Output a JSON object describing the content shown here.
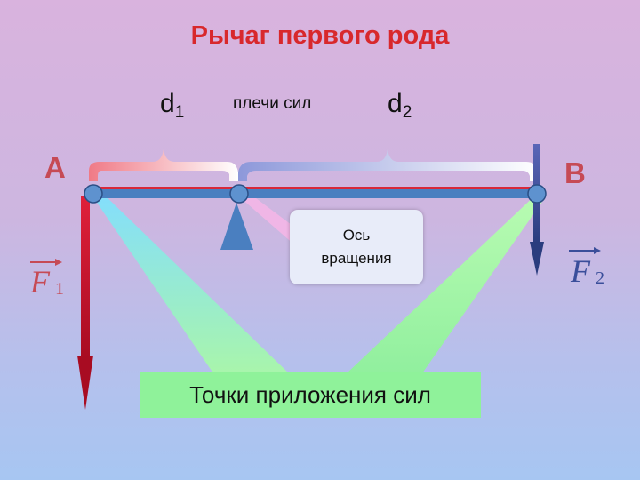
{
  "title": "Рычаг первого рода",
  "labels": {
    "d1": "d",
    "d1_sub": "1",
    "d2": "d",
    "d2_sub": "2",
    "shoulders": "плечи сил",
    "point_a": "A",
    "point_b": "B",
    "force1": "F",
    "force1_sub": "1",
    "force2": "F",
    "force2_sub": "2",
    "axis_line1": "Ось",
    "axis_line2": "вращения",
    "application_points": "Точки приложения сил"
  },
  "colors": {
    "title": "#d8282c",
    "force1_arrow": "#c8102e",
    "force2_arrow": "#3a4e9a",
    "lever": "#4a7fc0",
    "pivot": "#4a7fc0",
    "point_label": "#c64a55",
    "points_box": "#8ff29a"
  }
}
